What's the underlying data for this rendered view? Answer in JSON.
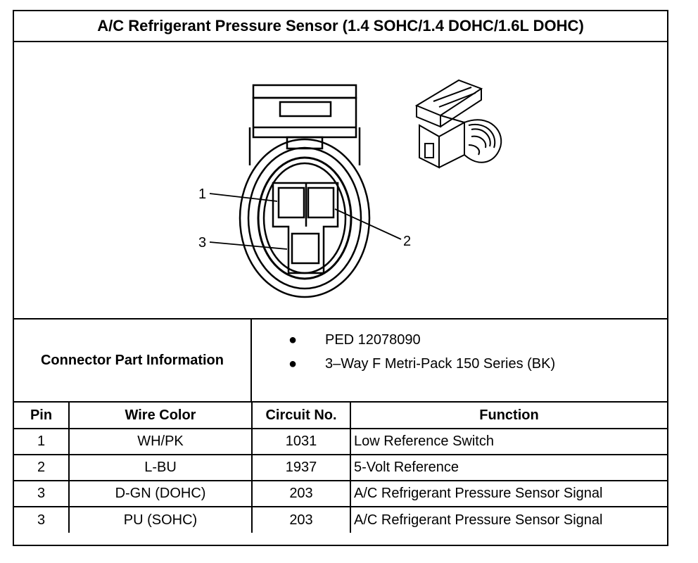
{
  "title": "A/C Refrigerant Pressure Sensor (1.4 SOHC/1.4 DOHC/1.6L DOHC)",
  "diagram": {
    "pin_labels": [
      "1",
      "2",
      "3"
    ]
  },
  "connector_info": {
    "label": "Connector Part Information",
    "bullet": "●",
    "items": [
      "PED 12078090",
      "3–Way F Metri-Pack 150 Series (BK)"
    ]
  },
  "table": {
    "headers": [
      "Pin",
      "Wire Color",
      "Circuit No.",
      "Function"
    ],
    "rows": [
      [
        "1",
        "WH/PK",
        "1031",
        "Low Reference Switch"
      ],
      [
        "2",
        "L-BU",
        "1937",
        "5-Volt Reference"
      ],
      [
        "3",
        "D-GN (DOHC)",
        "203",
        "A/C Refrigerant Pressure Sensor Signal"
      ],
      [
        "3",
        "PU (SOHC)",
        "203",
        "A/C Refrigerant Pressure Sensor Signal"
      ]
    ]
  }
}
